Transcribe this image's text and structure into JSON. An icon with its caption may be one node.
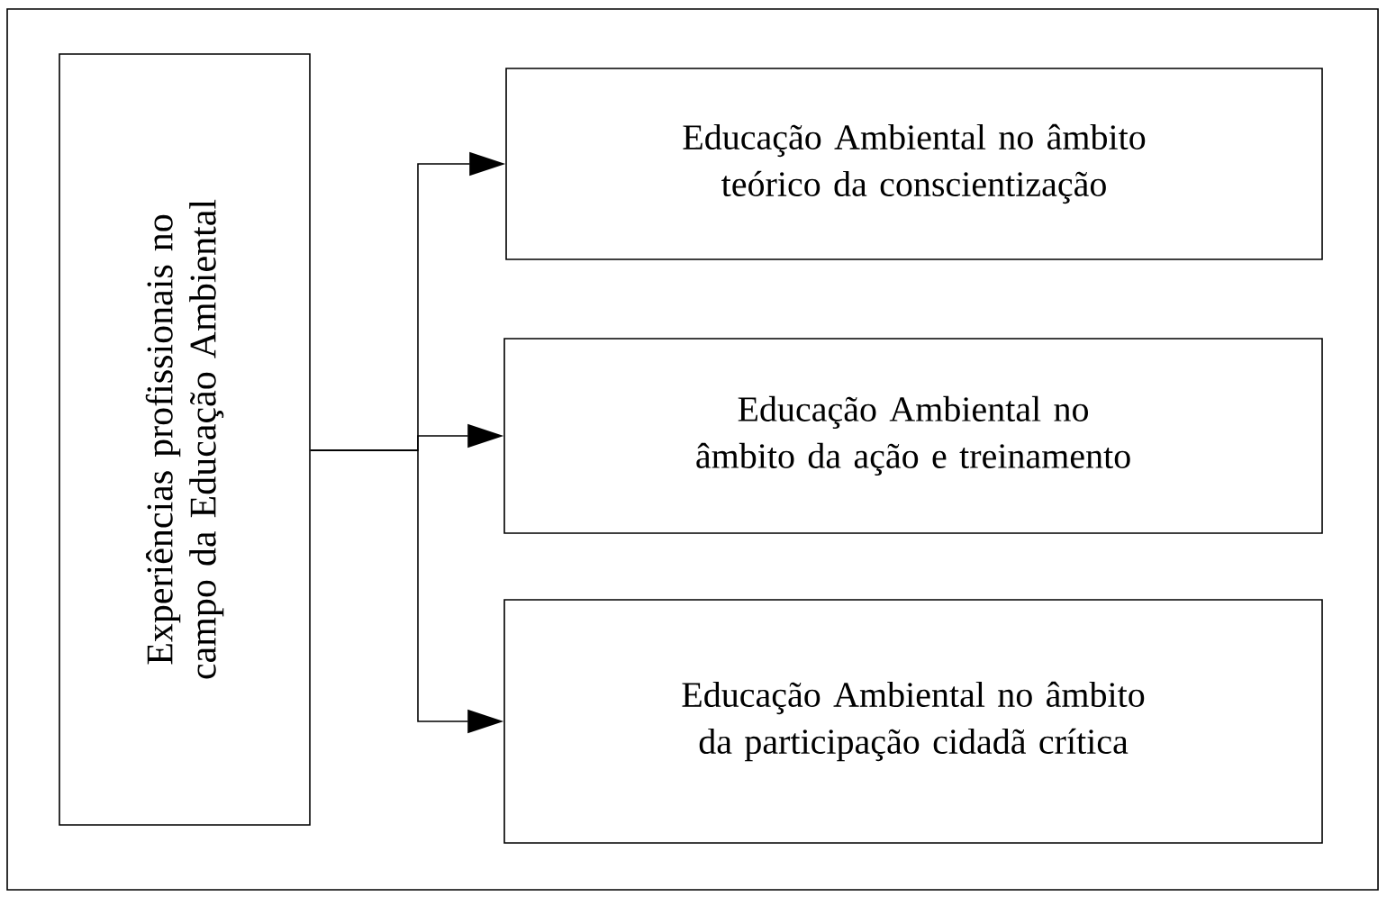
{
  "diagram": {
    "nodes": [
      {
        "text": [
          "Experiências profissionais no campo da Educação Ambiental"
        ]
      },
      {
        "text": [
          "Educação Ambiental no âmbito teórico da conscientização"
        ]
      },
      {
        "text": [
          "Educação Ambiental no âmbito da ação e treinamento"
        ]
      },
      {
        "text": [
          "Educação Ambiental no âmbito da participação cidadã crítica"
        ]
      }
    ],
    "edges": [
      {
        "from": 0,
        "to": 1,
        "arrow": "to"
      },
      {
        "from": 0,
        "to": 2,
        "arrow": "to"
      },
      {
        "from": 0,
        "to": 3,
        "arrow": "to"
      }
    ]
  }
}
